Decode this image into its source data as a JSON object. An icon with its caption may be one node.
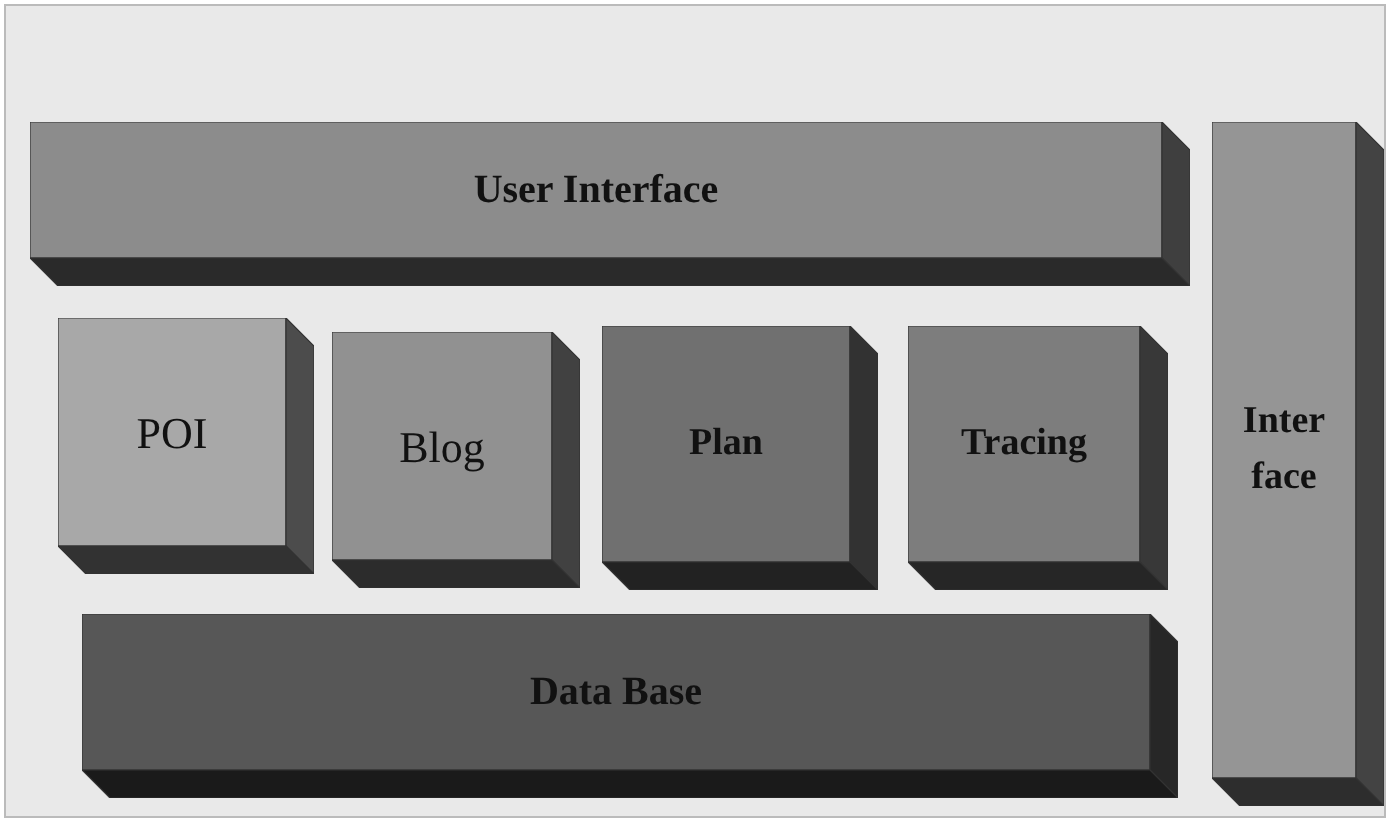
{
  "diagram": {
    "nodes": [
      {
        "text": [
          "User Interface"
        ]
      },
      {
        "text": [
          "POI"
        ]
      },
      {
        "text": [
          "Blog"
        ]
      },
      {
        "text": [
          "Plan"
        ]
      },
      {
        "text": [
          "Tracing"
        ]
      },
      {
        "text": [
          "Inter face"
        ]
      },
      {
        "text": [
          "Data Base"
        ]
      }
    ]
  }
}
